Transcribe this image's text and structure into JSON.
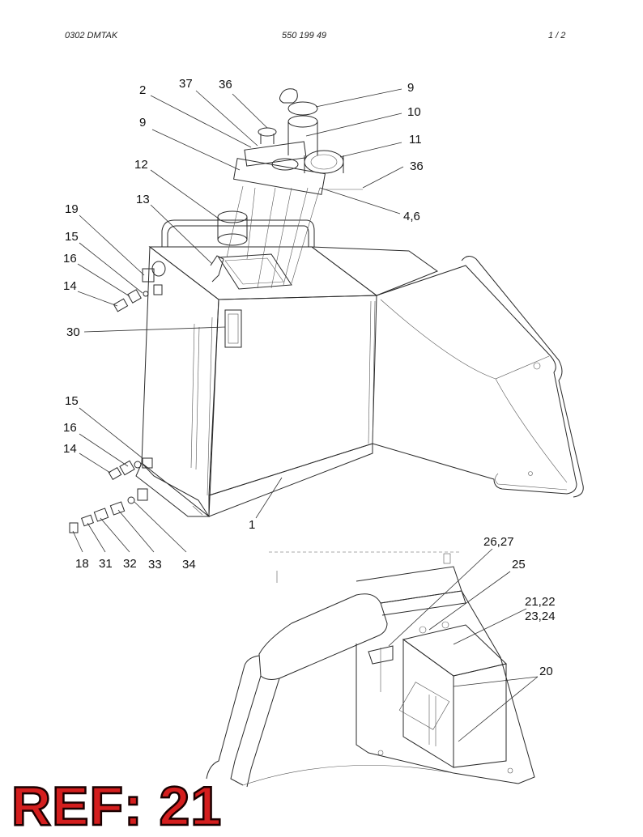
{
  "header": {
    "left": "0302 DMTAK",
    "center": "550 199 49",
    "right": "1 /   2"
  },
  "badge": "REF: 21",
  "callouts": [
    {
      "id": "c2",
      "text": "2"
    },
    {
      "id": "c37",
      "text": "37"
    },
    {
      "id": "c36a",
      "text": "36"
    },
    {
      "id": "c9a",
      "text": "9"
    },
    {
      "id": "c10",
      "text": "10"
    },
    {
      "id": "c9b",
      "text": "9"
    },
    {
      "id": "c11",
      "text": "11"
    },
    {
      "id": "c12",
      "text": "12"
    },
    {
      "id": "c36b",
      "text": "36"
    },
    {
      "id": "c13",
      "text": "13"
    },
    {
      "id": "c46",
      "text": "4,6"
    },
    {
      "id": "c19",
      "text": "19"
    },
    {
      "id": "c15a",
      "text": "15"
    },
    {
      "id": "c16a",
      "text": "16"
    },
    {
      "id": "c14a",
      "text": "14"
    },
    {
      "id": "c30",
      "text": "30"
    },
    {
      "id": "c15b",
      "text": "15"
    },
    {
      "id": "c16b",
      "text": "16"
    },
    {
      "id": "c14b",
      "text": "14"
    },
    {
      "id": "c1",
      "text": "1"
    },
    {
      "id": "c18",
      "text": "18"
    },
    {
      "id": "c31",
      "text": "31"
    },
    {
      "id": "c32",
      "text": "32"
    },
    {
      "id": "c33",
      "text": "33"
    },
    {
      "id": "c34",
      "text": "34"
    },
    {
      "id": "c2627",
      "text": "26,27"
    },
    {
      "id": "c25",
      "text": "25"
    },
    {
      "id": "c2122",
      "text": "21,22"
    },
    {
      "id": "c2324",
      "text": "23,24"
    },
    {
      "id": "c20",
      "text": "20"
    }
  ]
}
